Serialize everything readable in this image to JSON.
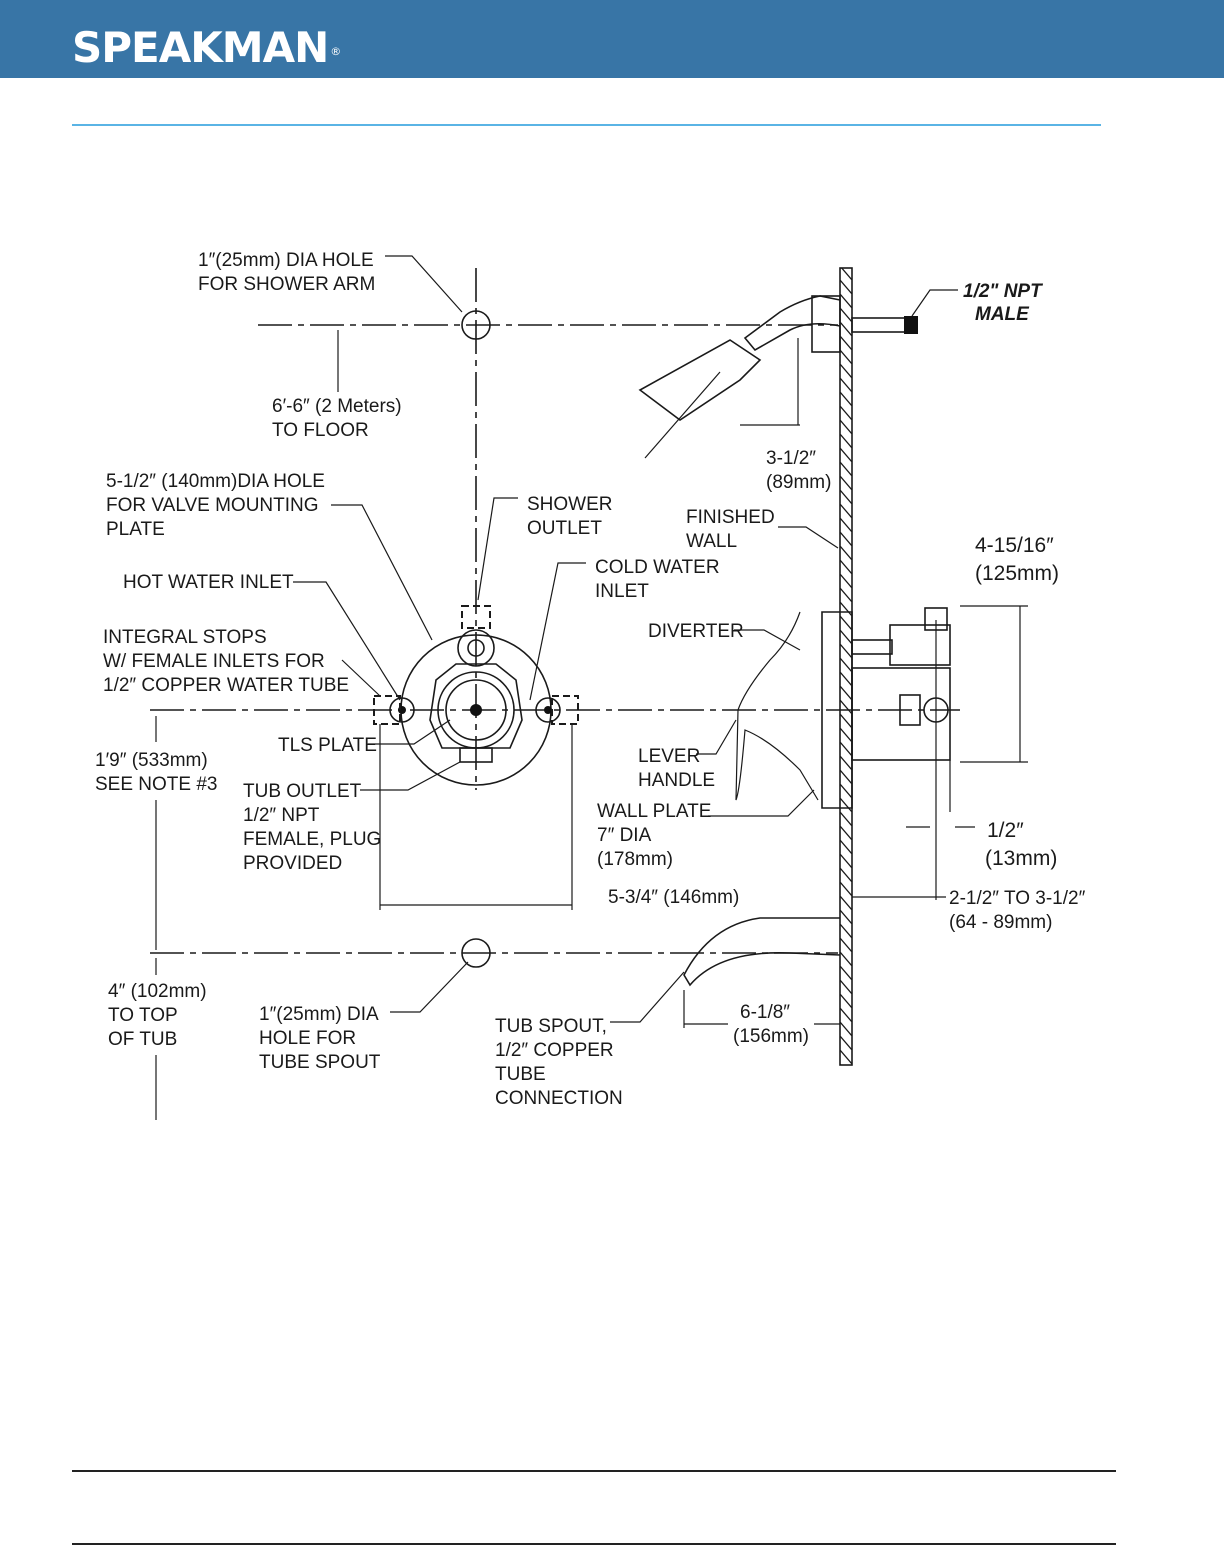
{
  "header": {
    "brand": "SPEAKMAN",
    "registered": "®",
    "color": "#3875a6",
    "rule_color": "#5ab4e5"
  },
  "diagram": {
    "labels": {
      "shower_arm_hole": [
        "1″(25mm) DIA HOLE",
        "FOR SHOWER ARM"
      ],
      "to_floor": [
        "6′-6″ (2 Meters)",
        "TO FLOOR"
      ],
      "mounting_hole": [
        "5-1/2″ (140mm)DIA HOLE",
        "FOR VALVE MOUNTING",
        "PLATE"
      ],
      "shower_outlet": [
        "SHOWER",
        "OUTLET"
      ],
      "arm_height": [
        "3-1/2″",
        "(89mm)"
      ],
      "finished_wall": [
        "FINISHED",
        "WALL"
      ],
      "valve_height": [
        "4-15/16″",
        "(125mm)"
      ],
      "hot_water_inlet": [
        "HOT WATER INLET"
      ],
      "cold_water_inlet": [
        "COLD WATER",
        "INLET"
      ],
      "integral_stops": [
        "INTEGRAL STOPS",
        "W/ FEMALE INLETS FOR",
        "1/2″ COPPER WATER TUBE"
      ],
      "diverter": [
        "DIVERTER"
      ],
      "tls_plate": [
        "TLS PLATE"
      ],
      "valve_to_tub": [
        "1′9″ (533mm)",
        "SEE NOTE #3"
      ],
      "lever_handle": [
        "LEVER",
        "HANDLE"
      ],
      "tub_outlet": [
        "TUB OUTLET",
        "1/2″ NPT",
        "FEMALE, PLUG",
        "PROVIDED"
      ],
      "wall_plate": [
        "WALL PLATE",
        "7″ DIA",
        "(178mm)"
      ],
      "half_inch": [
        "1/2″",
        "(13mm)"
      ],
      "stops_width": [
        "5-3/4″ (146mm)"
      ],
      "rough_depth": [
        "2-1/2″ TO 3-1/2″",
        "(64 - 89mm)"
      ],
      "top_of_tub": [
        "4″ (102mm)",
        "TO TOP",
        "OF TUB"
      ],
      "tub_spout_hole": [
        "1″(25mm) DIA",
        "HOLE FOR",
        "TUBE SPOUT"
      ],
      "tub_spout": [
        "TUB SPOUT,",
        "1/2″ COPPER",
        "TUBE",
        "CONNECTION"
      ],
      "spout_length": [
        "6-1/8″",
        "(156mm)"
      ],
      "npt_male": [
        "1/2\" NPT",
        "MALE"
      ]
    }
  }
}
